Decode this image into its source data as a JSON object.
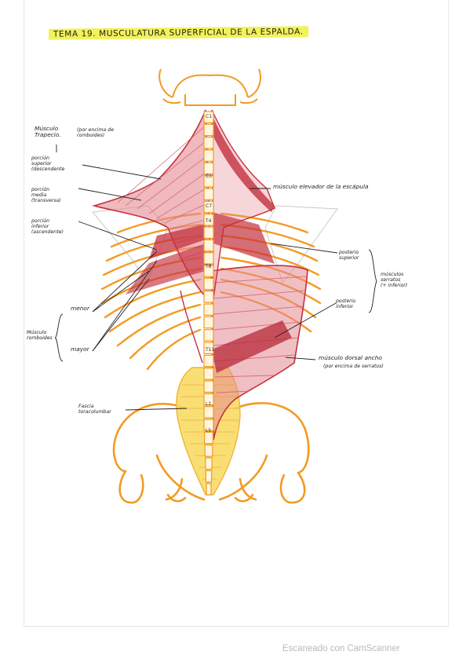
{
  "title": "TEMA 19. MUSCULATURA SUPERFICIAL DE LA ESPALDA.",
  "labels": {
    "trapecio": "Músculo\nTrapecio.",
    "trapecio_note": "(por encima de\nromboides)",
    "arrow": "↓",
    "porcion_superior": "porción\nsuperior\n(descendente",
    "porcion_media": "porción\nmedia\n(transversa)",
    "porcion_inferior": "porción\ninferior\n(ascendente)",
    "menor": "menor",
    "romboides": "Músculo\nromboides",
    "mayor": "mayor",
    "fascia": "Fascia\ntoracolumbar",
    "elevador": "músculo elevador de la escápula",
    "posterior_superior": "posterio\nsuperior",
    "posterior_inferior": "posterio\ninferior",
    "serratos": "músculos\nserratos\n(+ inferior)",
    "dorsal_ancho": "músculo dorsal ancho",
    "dorsal_note": "(por encima de serratos)"
  },
  "vertebrae": [
    "C1",
    "C5",
    "C7",
    "T4",
    "T8",
    "T11",
    "L1",
    "L5"
  ],
  "footer": "Escaneado con CamScanner",
  "colors": {
    "highlight": "#f2f25a",
    "muscle_red": "#c4313f",
    "muscle_pink": "#e48a92",
    "bone_orange": "#f39a22",
    "fascia_yellow": "#f8d95a"
  }
}
